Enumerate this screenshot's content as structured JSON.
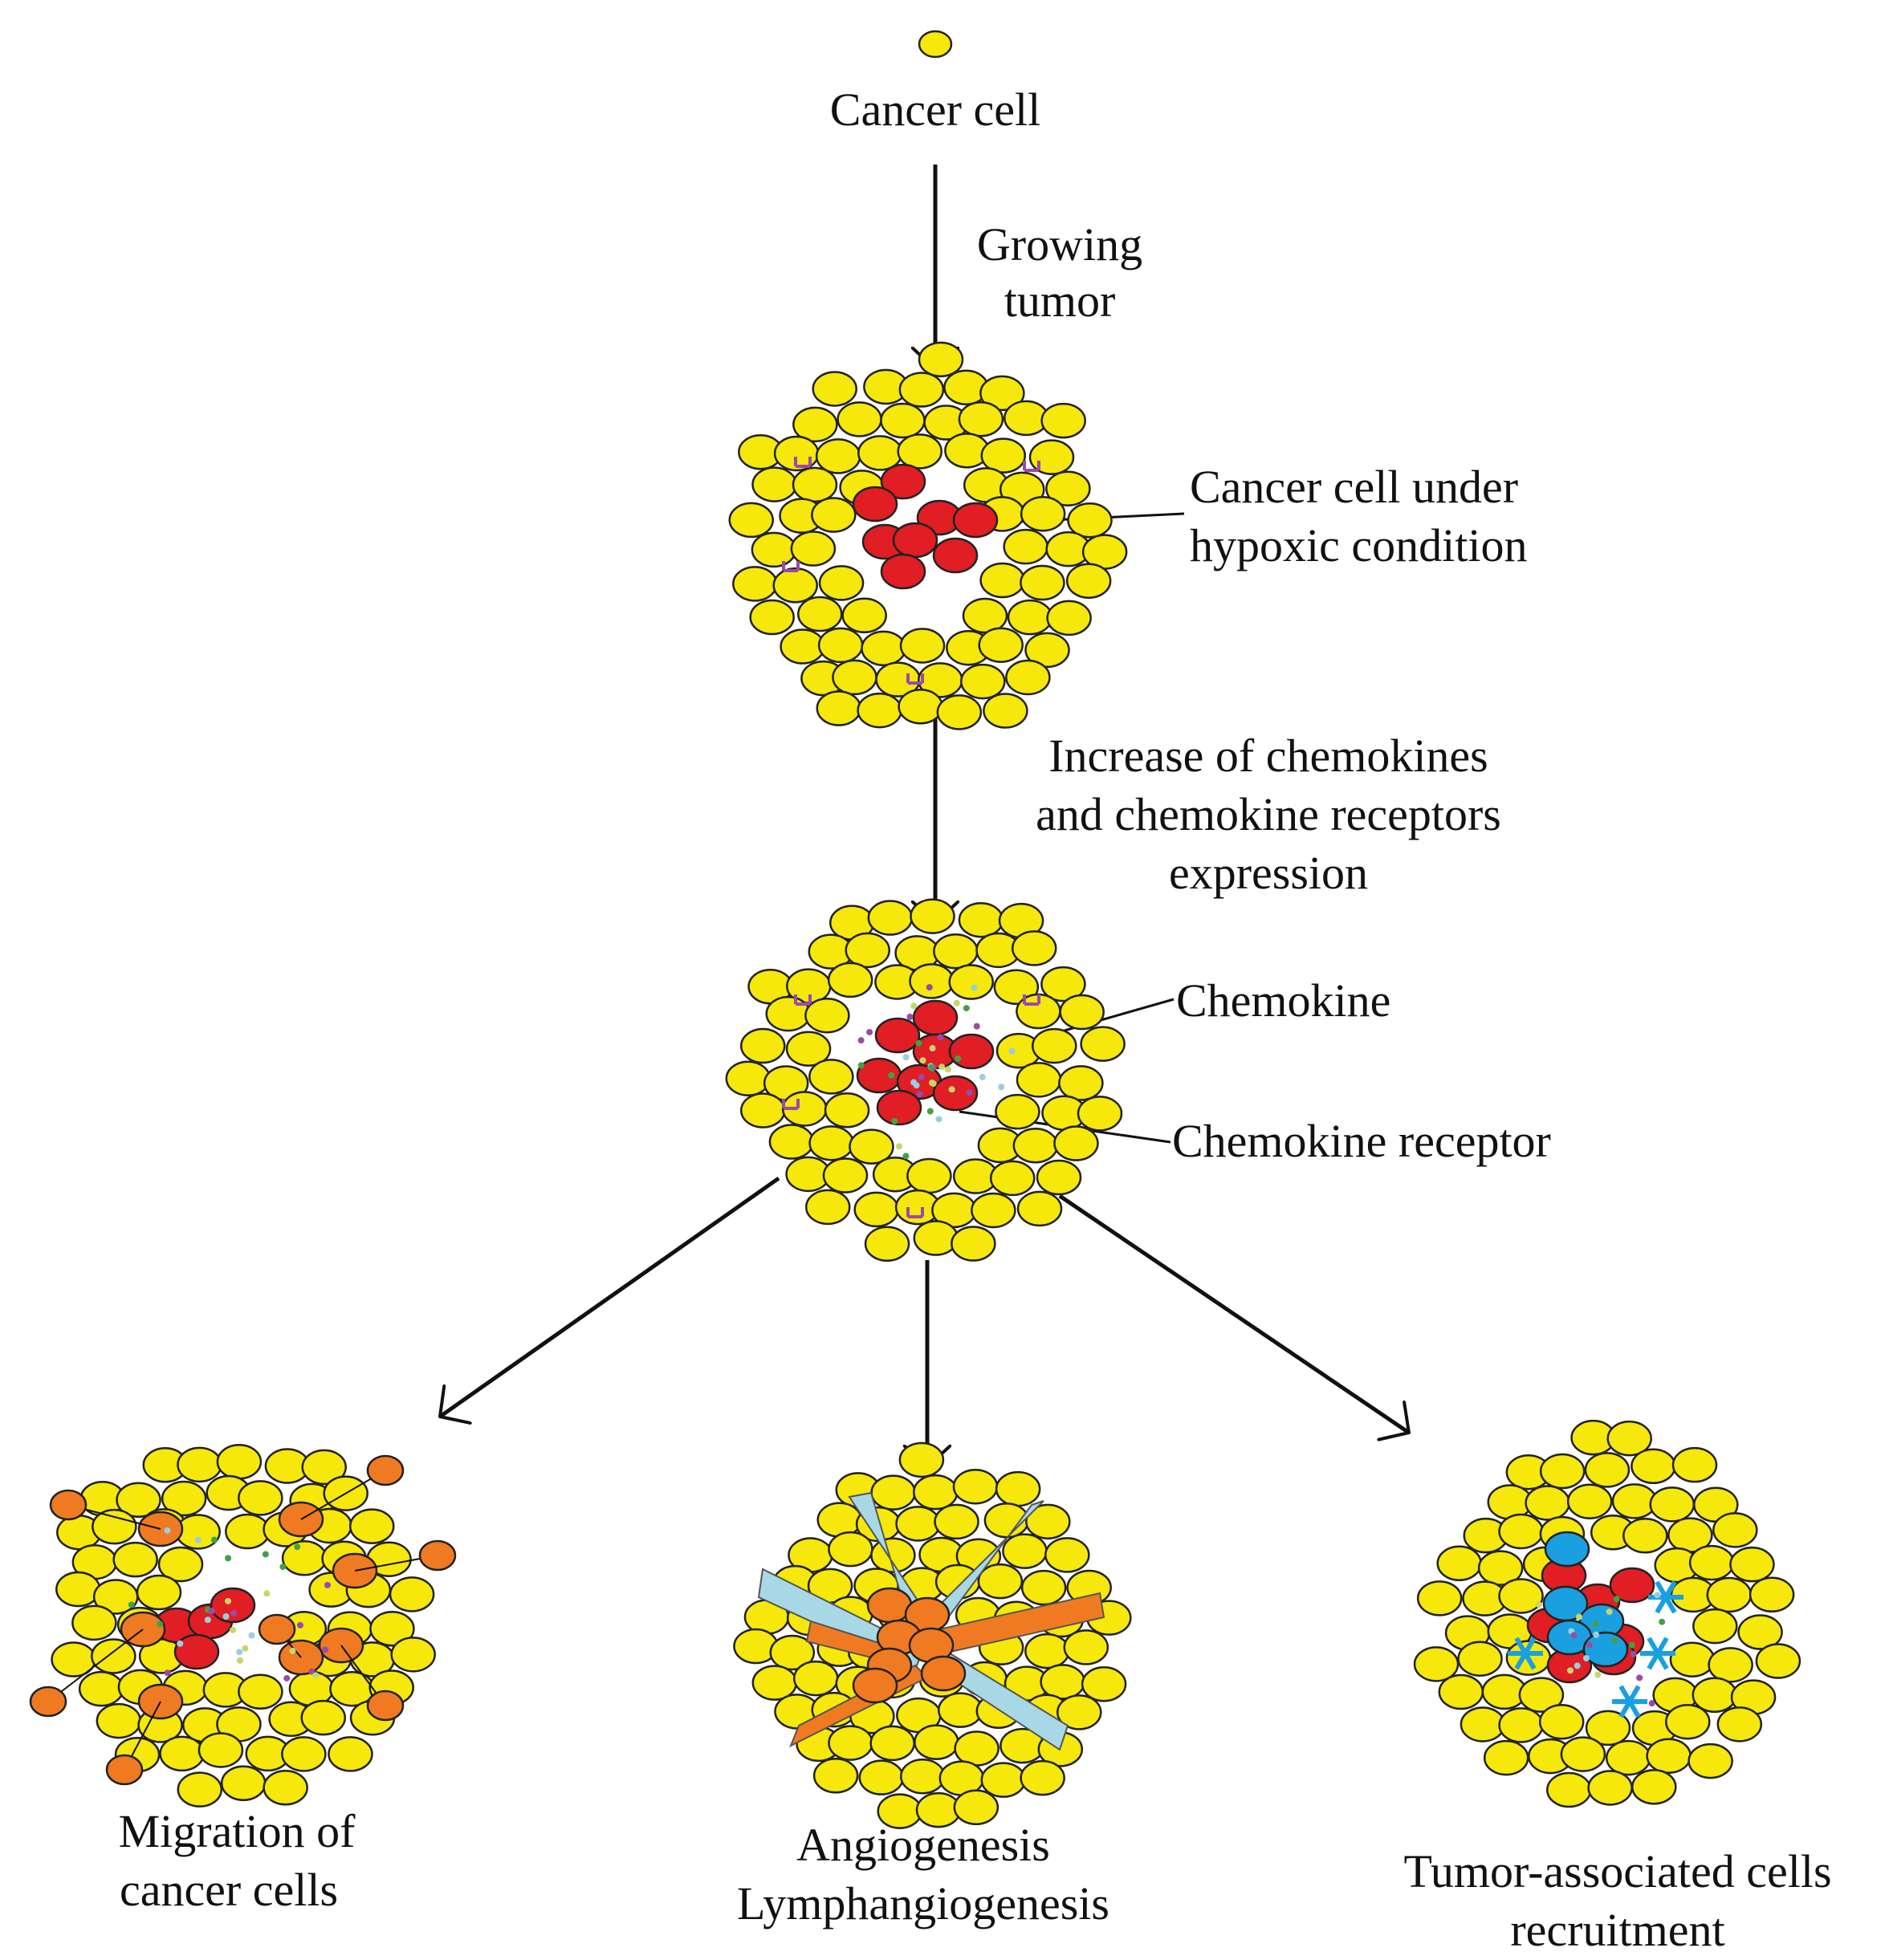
{
  "labels": {
    "cancer_cell": "Cancer cell",
    "growing_tumor_1": "Growing",
    "growing_tumor_2": "tumor",
    "hypoxic_1": "Cancer cell under",
    "hypoxic_2": "hypoxic condition",
    "increase_1": "Increase of chemokines",
    "increase_2": "and chemokine receptors",
    "increase_3": "expression",
    "chemokine": "Chemokine",
    "chemokine_receptor": "Chemokine receptor",
    "migration_1": "Migration of",
    "migration_2": "cancer cells",
    "angio_1": "Angiogenesis",
    "angio_2": "Lymphangiogenesis",
    "tumor_assoc_1": "Tumor-associated cells",
    "tumor_assoc_2": "recruitment"
  },
  "colors": {
    "cancer_cell": "#f5e80a",
    "hypoxic_cell": "#e01e24",
    "migrating_cell": "#f07a22",
    "blood_vessel": "#f07a22",
    "lymph_vessel": "#a8d8e6",
    "immune_cell": "#1aa0e0",
    "chemokine_dot": "#44a044",
    "receptor": "#9a4aa8",
    "outline": "#222222"
  }
}
